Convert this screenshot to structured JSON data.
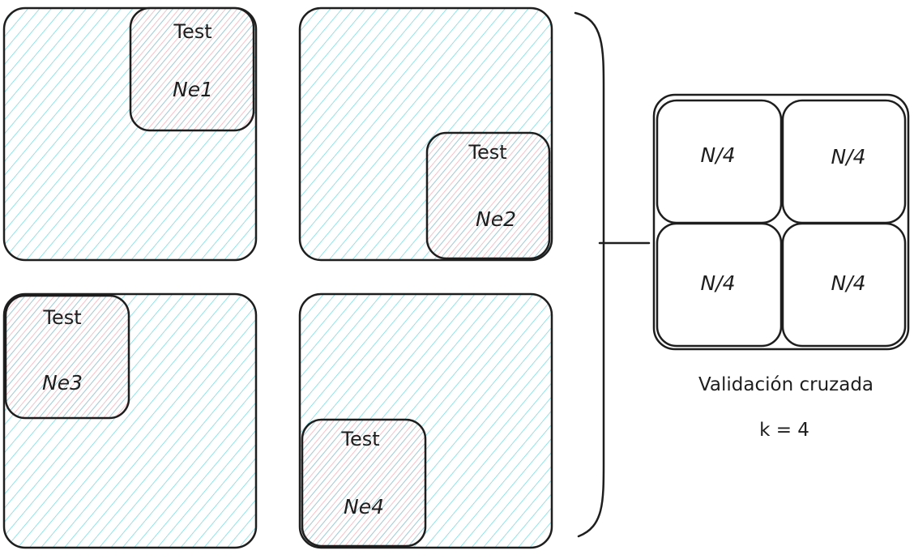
{
  "colors": {
    "stroke": "#1e1e1e",
    "train_hatch": "#5fd3dc",
    "test_hatch": "#f4a7b0",
    "background": "#ffffff"
  },
  "folds": [
    {
      "test_label": "Test",
      "subset_label": "Ne1"
    },
    {
      "test_label": "Test",
      "subset_label": "Ne2"
    },
    {
      "test_label": "Test",
      "subset_label": "Ne3"
    },
    {
      "test_label": "Test",
      "subset_label": "Ne4"
    }
  ],
  "grid": {
    "cells": [
      "N/4",
      "N/4",
      "N/4",
      "N/4"
    ]
  },
  "caption": {
    "title": "Validación cruzada",
    "k": "k = 4"
  }
}
